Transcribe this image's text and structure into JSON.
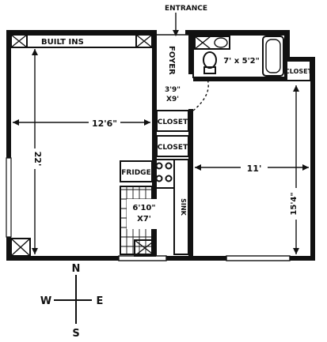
{
  "labels": {
    "entrance": "ENTRANCE",
    "built_ins": "BUILT INS",
    "foyer": "FOYER",
    "foyer_dims_1": "3'9\"",
    "foyer_dims_2": "X9'",
    "bath_dims": "7' x 5'2\"",
    "closet_right": "CLOSET",
    "closet_mid_1": "CLOSET",
    "closet_mid_2": "CLOSET",
    "living_width": "12'6\"",
    "living_length": "22'",
    "bedroom_width": "11'",
    "bedroom_length": "15'4\"",
    "fridge": "FRIDGE",
    "kitchen_dims_1": "6'10\"",
    "kitchen_dims_2": "X7'",
    "sink": "SINK"
  },
  "compass": {
    "north": "N",
    "south": "S",
    "east": "E",
    "west": "W"
  }
}
